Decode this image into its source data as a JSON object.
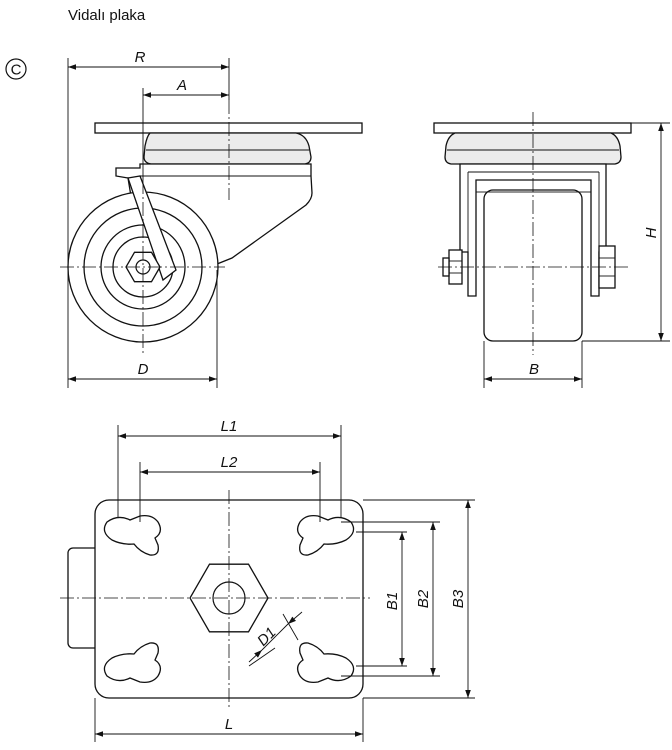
{
  "title": "Vidalı plaka",
  "variant": "C",
  "labels": {
    "R": "R",
    "A": "A",
    "D": "D",
    "B": "B",
    "H": "H",
    "L1": "L1",
    "L2": "L2",
    "L": "L",
    "B1": "B1",
    "B2": "B2",
    "B3": "B3",
    "D1": "D1"
  }
}
